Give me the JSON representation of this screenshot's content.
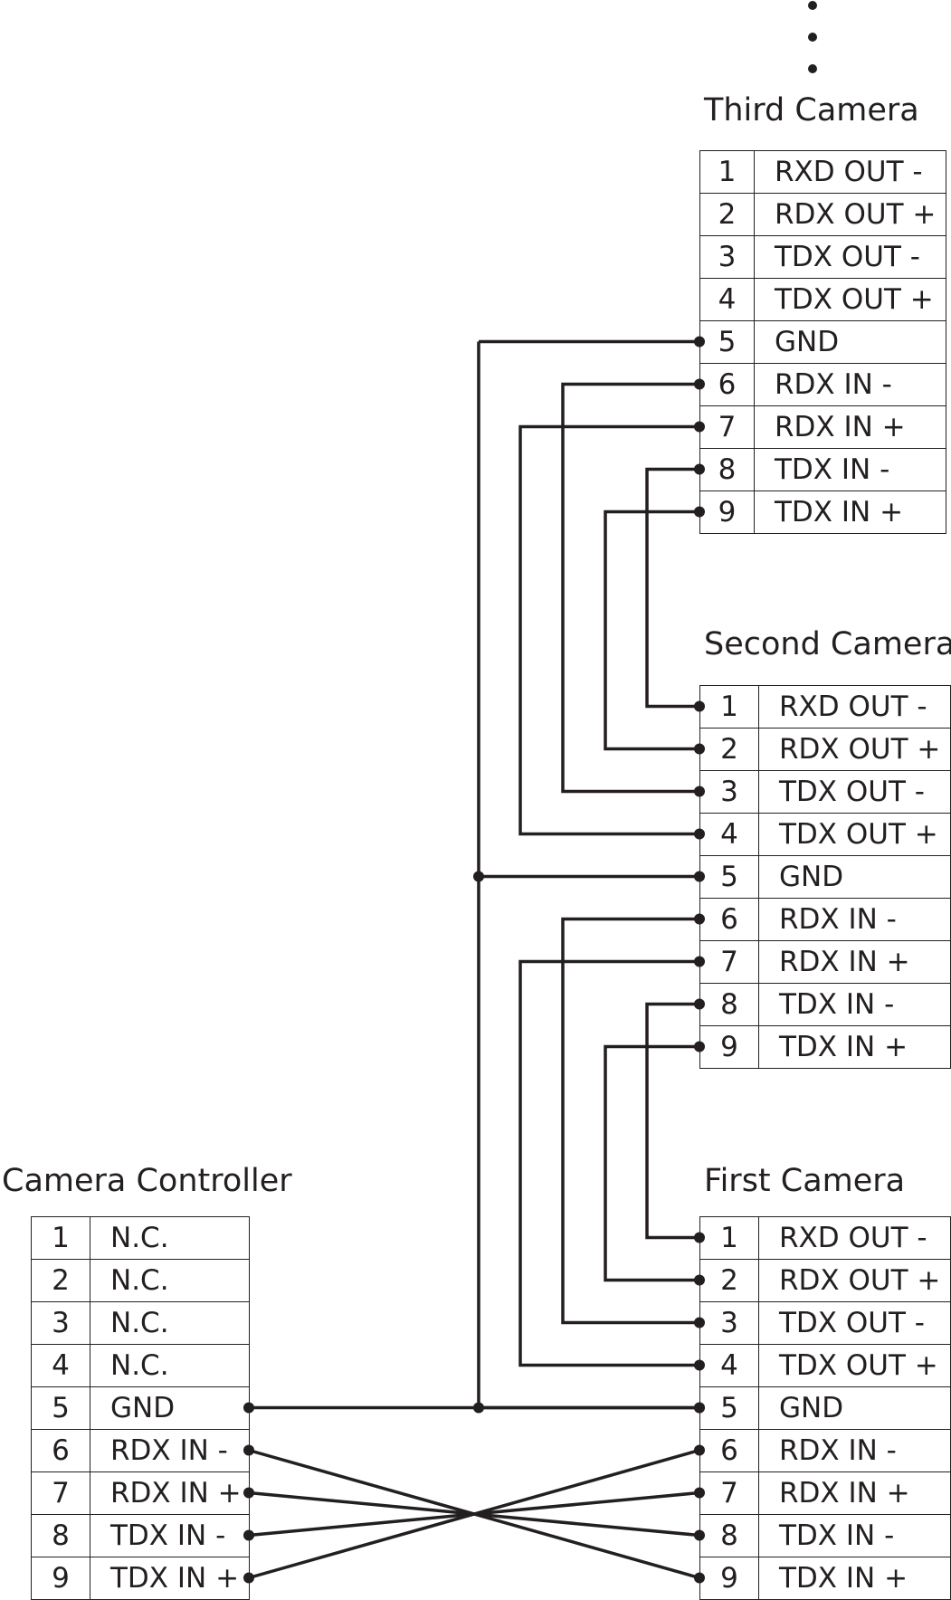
{
  "diagram": {
    "continuation_marker": "vertical-ellipsis",
    "colors": {
      "line": "#231f20",
      "background": "#ffffff"
    },
    "blocks": {
      "third_camera": {
        "title": "Third Camera",
        "pins": [
          {
            "num": "1",
            "signal": "RXD OUT -"
          },
          {
            "num": "2",
            "signal": "RDX OUT +"
          },
          {
            "num": "3",
            "signal": "TDX OUT -"
          },
          {
            "num": "4",
            "signal": "TDX OUT +"
          },
          {
            "num": "5",
            "signal": "GND"
          },
          {
            "num": "6",
            "signal": "RDX IN -"
          },
          {
            "num": "7",
            "signal": "RDX IN +"
          },
          {
            "num": "8",
            "signal": "TDX IN -"
          },
          {
            "num": "9",
            "signal": "TDX IN +"
          }
        ]
      },
      "second_camera": {
        "title": "Second Camera",
        "pins": [
          {
            "num": "1",
            "signal": "RXD OUT -"
          },
          {
            "num": "2",
            "signal": "RDX OUT +"
          },
          {
            "num": "3",
            "signal": "TDX OUT -"
          },
          {
            "num": "4",
            "signal": "TDX OUT +"
          },
          {
            "num": "5",
            "signal": "GND"
          },
          {
            "num": "6",
            "signal": "RDX IN -"
          },
          {
            "num": "7",
            "signal": "RDX IN +"
          },
          {
            "num": "8",
            "signal": "TDX IN -"
          },
          {
            "num": "9",
            "signal": "TDX IN +"
          }
        ]
      },
      "first_camera": {
        "title": "First Camera",
        "pins": [
          {
            "num": "1",
            "signal": "RXD OUT -"
          },
          {
            "num": "2",
            "signal": "RDX OUT +"
          },
          {
            "num": "3",
            "signal": "TDX OUT -"
          },
          {
            "num": "4",
            "signal": "TDX OUT +"
          },
          {
            "num": "5",
            "signal": "GND"
          },
          {
            "num": "6",
            "signal": "RDX IN -"
          },
          {
            "num": "7",
            "signal": "RDX IN +"
          },
          {
            "num": "8",
            "signal": "TDX IN -"
          },
          {
            "num": "9",
            "signal": "TDX IN +"
          }
        ]
      },
      "camera_controller": {
        "title": "Camera Controller",
        "pins": [
          {
            "num": "1",
            "signal": "N.C."
          },
          {
            "num": "2",
            "signal": "N.C."
          },
          {
            "num": "3",
            "signal": "N.C."
          },
          {
            "num": "4",
            "signal": "N.C."
          },
          {
            "num": "5",
            "signal": "GND"
          },
          {
            "num": "6",
            "signal": "RDX IN -"
          },
          {
            "num": "7",
            "signal": "RDX IN +"
          },
          {
            "num": "8",
            "signal": "TDX IN -"
          },
          {
            "num": "9",
            "signal": "TDX IN +"
          }
        ]
      }
    },
    "connections": [
      {
        "from": "third_camera.6",
        "to": "second_camera.3"
      },
      {
        "from": "third_camera.7",
        "to": "second_camera.4"
      },
      {
        "from": "third_camera.8",
        "to": "second_camera.1"
      },
      {
        "from": "third_camera.9",
        "to": "second_camera.2"
      },
      {
        "from": "second_camera.6",
        "to": "first_camera.3"
      },
      {
        "from": "second_camera.7",
        "to": "first_camera.4"
      },
      {
        "from": "second_camera.8",
        "to": "first_camera.1"
      },
      {
        "from": "second_camera.9",
        "to": "first_camera.2"
      },
      {
        "from": "camera_controller.5",
        "to": "first_camera.5"
      },
      {
        "from": "camera_controller.6",
        "to": "first_camera.9"
      },
      {
        "from": "camera_controller.7",
        "to": "first_camera.8"
      },
      {
        "from": "camera_controller.8",
        "to": "first_camera.7"
      },
      {
        "from": "camera_controller.9",
        "to": "first_camera.6"
      }
    ],
    "shared_bus": {
      "name": "GND",
      "members": [
        "camera_controller.5",
        "first_camera.5",
        "second_camera.5",
        "third_camera.5"
      ]
    }
  }
}
